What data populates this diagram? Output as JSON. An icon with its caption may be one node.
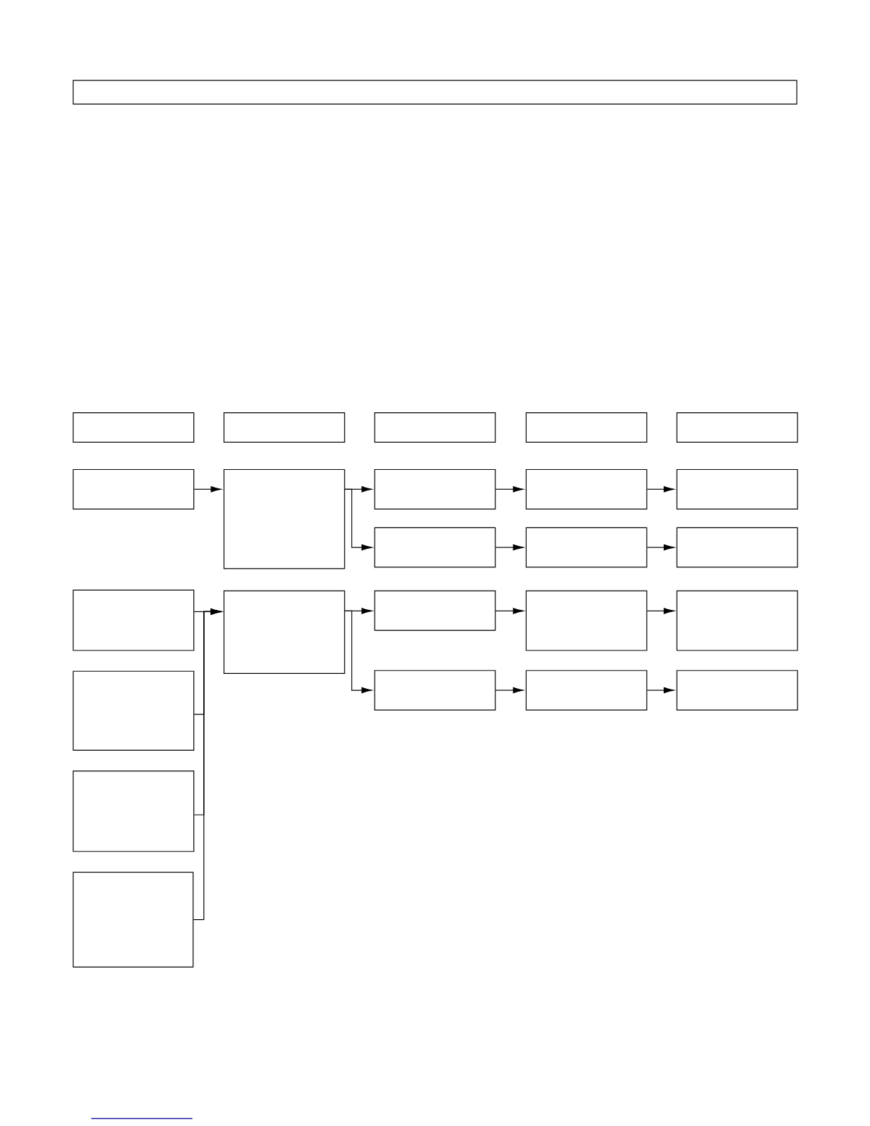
{
  "diagram": {
    "nodes": [
      {
        "text": [],
        "shape": "box"
      },
      {
        "text": [],
        "shape": "box"
      },
      {
        "text": [],
        "shape": "box"
      },
      {
        "text": [],
        "shape": "box"
      },
      {
        "text": [],
        "shape": "box"
      },
      {
        "text": [],
        "shape": "box"
      },
      {
        "text": [],
        "shape": "box"
      },
      {
        "text": [],
        "shape": "box"
      },
      {
        "text": [],
        "shape": "box"
      },
      {
        "text": [],
        "shape": "box"
      },
      {
        "text": [],
        "shape": "box"
      },
      {
        "text": [],
        "shape": "box"
      },
      {
        "text": [],
        "shape": "box"
      },
      {
        "text": [],
        "shape": "box"
      },
      {
        "text": [],
        "shape": "box"
      },
      {
        "text": [],
        "shape": "box"
      },
      {
        "text": [],
        "shape": "box"
      },
      {
        "text": [],
        "shape": "box"
      },
      {
        "text": [],
        "shape": "box"
      },
      {
        "text": [],
        "shape": "box"
      },
      {
        "text": [],
        "shape": "box"
      },
      {
        "text": [],
        "shape": "box"
      },
      {
        "text": [],
        "shape": "box"
      },
      {
        "text": [],
        "shape": "box"
      },
      {
        "text": [],
        "shape": "box"
      }
    ],
    "edges": [
      {
        "from": 6,
        "to": 7,
        "arrow": "to"
      },
      {
        "from": 7,
        "to": 8,
        "arrow": "to"
      },
      {
        "from": 7,
        "to": 11,
        "arrow": "to"
      },
      {
        "from": 8,
        "to": 9,
        "arrow": "to"
      },
      {
        "from": 9,
        "to": 10,
        "arrow": "to"
      },
      {
        "from": 11,
        "to": 12,
        "arrow": "to"
      },
      {
        "from": 12,
        "to": 13,
        "arrow": "to"
      },
      {
        "from": 14,
        "to": 15,
        "arrow": "to"
      },
      {
        "from": 19,
        "to": 15,
        "arrow": "to"
      },
      {
        "from": 23,
        "to": 15,
        "arrow": "to"
      },
      {
        "from": 24,
        "to": 15,
        "arrow": "to"
      },
      {
        "from": 15,
        "to": 16,
        "arrow": "to"
      },
      {
        "from": 15,
        "to": 20,
        "arrow": "to"
      },
      {
        "from": 16,
        "to": 17,
        "arrow": "to"
      },
      {
        "from": 17,
        "to": 18,
        "arrow": "to"
      },
      {
        "from": 20,
        "to": 21,
        "arrow": "to"
      },
      {
        "from": 21,
        "to": 22,
        "arrow": "to"
      }
    ]
  }
}
